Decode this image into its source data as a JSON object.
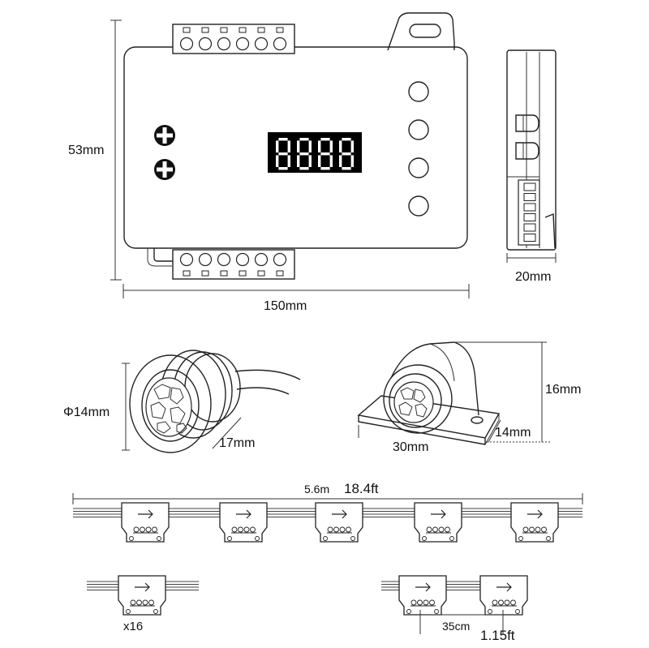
{
  "controller": {
    "height_label": "53mm",
    "width_label": "150mm",
    "depth_label": "20mm",
    "display_segments": [
      "8",
      "8",
      "8",
      "8"
    ],
    "display_color": "#ffffff",
    "display_bg": "#000000",
    "terminal_count": 6,
    "button_count": 4
  },
  "sensor_round": {
    "diameter_label": "Φ14mm",
    "length_label": "17mm"
  },
  "sensor_mount": {
    "height_label": "16mm",
    "width_label": "30mm",
    "depth_label": "14mm"
  },
  "strip": {
    "length_label_m": "5.6m",
    "length_label_ft": "18.4ft",
    "node_count_shown": 5
  },
  "single_node": {
    "quantity_label": "x16"
  },
  "spacing": {
    "metric_label": "35cm",
    "imperial_label": "1.15ft"
  }
}
